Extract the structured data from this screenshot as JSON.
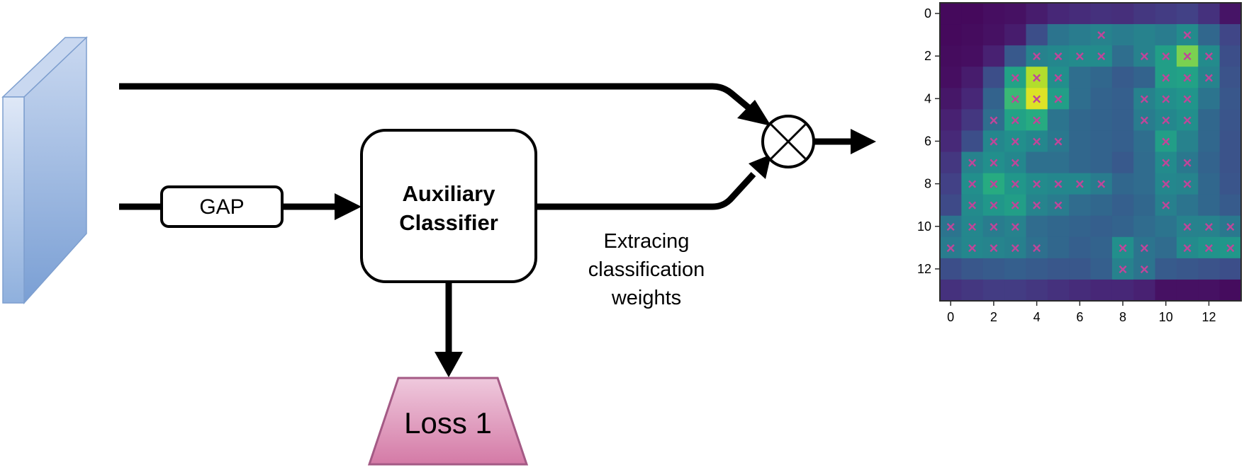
{
  "nodes": {
    "gap": "GAP",
    "aux_line1": "Auxiliary",
    "aux_line2": "Classifier",
    "caption_line1": "Extracing",
    "caption_line2": "classification",
    "caption_line3": "weights",
    "loss": "Loss 1",
    "multiply_symbol": "multiply-icon"
  },
  "colors": {
    "feature_map_light": "#dfe8f7",
    "feature_map_dark": "#8fb0dd",
    "feature_map_edge": "#7e9fcf",
    "loss_top": "#efc9dd",
    "loss_bottom": "#d47aa6",
    "loss_edge": "#a45a85",
    "marker": "#c0469a",
    "heatmap_frame": "#2b2b2b"
  },
  "chart_data": {
    "type": "heatmap",
    "title": "",
    "xlabel": "",
    "ylabel": "",
    "colormap": "viridis",
    "value_range": [
      0,
      1
    ],
    "rows": 14,
    "cols": 14,
    "xticks": [
      0,
      2,
      4,
      6,
      8,
      10,
      12
    ],
    "yticks": [
      0,
      2,
      4,
      6,
      8,
      10,
      12
    ],
    "values": [
      [
        0.03,
        0.03,
        0.05,
        0.06,
        0.1,
        0.14,
        0.16,
        0.18,
        0.17,
        0.2,
        0.22,
        0.24,
        0.18,
        0.07
      ],
      [
        0.03,
        0.04,
        0.06,
        0.1,
        0.3,
        0.48,
        0.52,
        0.55,
        0.52,
        0.55,
        0.52,
        0.6,
        0.42,
        0.26
      ],
      [
        0.04,
        0.05,
        0.12,
        0.35,
        0.55,
        0.58,
        0.6,
        0.6,
        0.45,
        0.55,
        0.7,
        0.9,
        0.6,
        0.3
      ],
      [
        0.05,
        0.1,
        0.3,
        0.72,
        0.95,
        0.62,
        0.45,
        0.42,
        0.36,
        0.4,
        0.7,
        0.72,
        0.56,
        0.32
      ],
      [
        0.08,
        0.14,
        0.4,
        0.8,
        0.98,
        0.7,
        0.45,
        0.4,
        0.38,
        0.55,
        0.62,
        0.65,
        0.48,
        0.34
      ],
      [
        0.12,
        0.2,
        0.45,
        0.72,
        0.76,
        0.48,
        0.42,
        0.4,
        0.38,
        0.52,
        0.58,
        0.62,
        0.42,
        0.33
      ],
      [
        0.15,
        0.3,
        0.58,
        0.62,
        0.58,
        0.5,
        0.42,
        0.4,
        0.38,
        0.45,
        0.7,
        0.55,
        0.42,
        0.32
      ],
      [
        0.2,
        0.55,
        0.62,
        0.58,
        0.46,
        0.46,
        0.42,
        0.4,
        0.35,
        0.44,
        0.6,
        0.5,
        0.4,
        0.32
      ],
      [
        0.24,
        0.62,
        0.76,
        0.66,
        0.6,
        0.58,
        0.58,
        0.52,
        0.42,
        0.44,
        0.58,
        0.56,
        0.42,
        0.33
      ],
      [
        0.28,
        0.6,
        0.66,
        0.7,
        0.56,
        0.52,
        0.44,
        0.42,
        0.38,
        0.42,
        0.54,
        0.48,
        0.42,
        0.36
      ],
      [
        0.48,
        0.58,
        0.52,
        0.55,
        0.44,
        0.42,
        0.4,
        0.38,
        0.4,
        0.44,
        0.48,
        0.55,
        0.55,
        0.5
      ],
      [
        0.52,
        0.58,
        0.56,
        0.54,
        0.46,
        0.42,
        0.38,
        0.4,
        0.62,
        0.48,
        0.44,
        0.6,
        0.64,
        0.66
      ],
      [
        0.3,
        0.34,
        0.36,
        0.38,
        0.36,
        0.34,
        0.34,
        0.38,
        0.55,
        0.48,
        0.36,
        0.34,
        0.32,
        0.3
      ],
      [
        0.18,
        0.2,
        0.22,
        0.22,
        0.2,
        0.18,
        0.16,
        0.14,
        0.14,
        0.12,
        0.06,
        0.06,
        0.06,
        0.04
      ]
    ],
    "markers": [
      [
        1,
        7
      ],
      [
        1,
        11
      ],
      [
        2,
        4
      ],
      [
        2,
        5
      ],
      [
        2,
        6
      ],
      [
        2,
        7
      ],
      [
        2,
        9
      ],
      [
        2,
        10
      ],
      [
        2,
        11
      ],
      [
        2,
        12
      ],
      [
        3,
        3
      ],
      [
        3,
        4
      ],
      [
        3,
        5
      ],
      [
        3,
        10
      ],
      [
        3,
        11
      ],
      [
        3,
        12
      ],
      [
        4,
        3
      ],
      [
        4,
        4
      ],
      [
        4,
        5
      ],
      [
        4,
        9
      ],
      [
        4,
        10
      ],
      [
        4,
        11
      ],
      [
        5,
        2
      ],
      [
        5,
        3
      ],
      [
        5,
        4
      ],
      [
        5,
        9
      ],
      [
        5,
        10
      ],
      [
        5,
        11
      ],
      [
        6,
        2
      ],
      [
        6,
        3
      ],
      [
        6,
        4
      ],
      [
        6,
        5
      ],
      [
        6,
        10
      ],
      [
        7,
        1
      ],
      [
        7,
        2
      ],
      [
        7,
        3
      ],
      [
        7,
        10
      ],
      [
        7,
        11
      ],
      [
        8,
        1
      ],
      [
        8,
        2
      ],
      [
        8,
        3
      ],
      [
        8,
        4
      ],
      [
        8,
        5
      ],
      [
        8,
        6
      ],
      [
        8,
        7
      ],
      [
        8,
        10
      ],
      [
        8,
        11
      ],
      [
        9,
        1
      ],
      [
        9,
        2
      ],
      [
        9,
        3
      ],
      [
        9,
        4
      ],
      [
        9,
        5
      ],
      [
        9,
        10
      ],
      [
        10,
        0
      ],
      [
        10,
        1
      ],
      [
        10,
        2
      ],
      [
        10,
        3
      ],
      [
        10,
        11
      ],
      [
        10,
        12
      ],
      [
        10,
        13
      ],
      [
        11,
        0
      ],
      [
        11,
        1
      ],
      [
        11,
        2
      ],
      [
        11,
        3
      ],
      [
        11,
        4
      ],
      [
        11,
        8
      ],
      [
        11,
        9
      ],
      [
        11,
        11
      ],
      [
        11,
        12
      ],
      [
        11,
        13
      ],
      [
        12,
        8
      ],
      [
        12,
        9
      ]
    ],
    "marker_symbol": "×"
  }
}
